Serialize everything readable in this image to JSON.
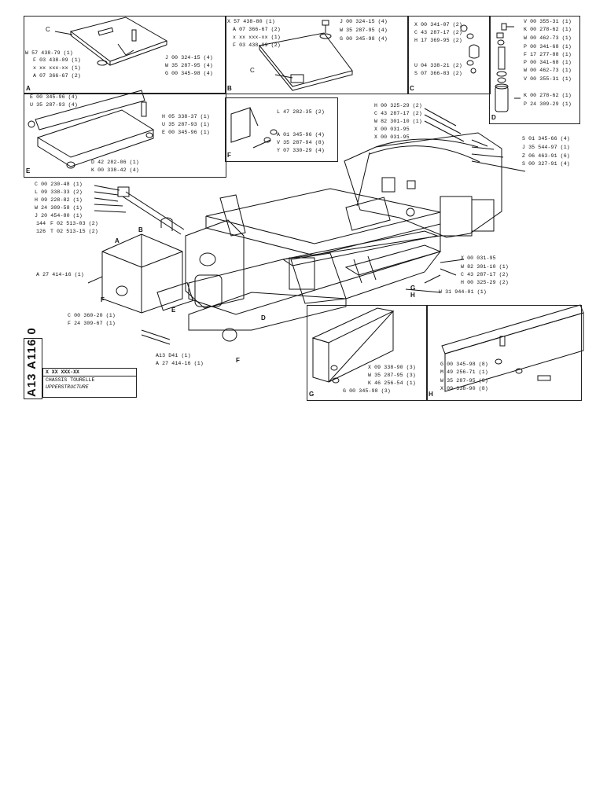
{
  "panels": {
    "A": {
      "letter": "A",
      "labels": [
        "C",
        "W 57 438-79 (1)",
        "F 03 438-09 (1)",
        "x xx xxx-xx (1)",
        "A 07 366-67 (2)",
        "J 00 324-15 (4)",
        "W 35 287-95 (4)",
        "G 00 345-98 (4)"
      ]
    },
    "B": {
      "letter": "B",
      "labels": [
        "X 57 438-80 (1)",
        "A 07 366-67 (2)",
        "x xx xxx-xx (1)",
        "F 03 438-09 (2)",
        "C",
        "J 00 324-15 (4)",
        "W 35 287-95 (4)",
        "G 00 345-98 (4)"
      ]
    },
    "C": {
      "letter": "C",
      "labels": [
        "X 00 341-07 (2)",
        "C 43 287-17 (2)",
        "H 17 369-95 (2)",
        "U 04 338-21 (2)",
        "S 07 366-83 (2)"
      ]
    },
    "D": {
      "letter": "D",
      "labels": [
        "V 00 355-31 (1)",
        "K 00 278-62 (1)",
        "W 00 462-73 (1)",
        "P 00 341-68 (1)",
        "F 17 277-88 (1)",
        "P 00 341-68 (1)",
        "W 00 462-73 (1)",
        "V 00 355-31 (1)",
        "K 00 278-62 (1)",
        "P 24 309-29 (1)"
      ]
    },
    "E": {
      "letter": "E",
      "labels": [
        "E 00 345-96 (4)",
        "U 35 287-93 (4)",
        "H 05 338-37 (1)",
        "U 35 287-93 (1)",
        "E 00 345-96 (1)",
        "D 42 282-06 (1)",
        "K 00 338-42 (4)"
      ]
    },
    "F": {
      "letter": "F",
      "labels": [
        "L 47 282-35 (2)",
        "A 01 345-96 (4)",
        "V 35 287-94 (8)",
        "Y 07 330-29 (4)"
      ]
    },
    "G": {
      "letter": "G",
      "labels": [
        "X 09 338-90 (3)",
        "W 35 287-95 (3)",
        "K 46 256-54 (1)",
        "G 00 345-98 (3)"
      ]
    },
    "H": {
      "letter": "H",
      "labels": [
        "G 00 345-98 (8)",
        "M 49 256-71 (1)",
        "W 35 287-95 (8)",
        "X 09 338-90 (8)"
      ]
    }
  },
  "main_labels": {
    "left": [
      "C 00 230-48 (1)",
      "L 09 338-33 (2)",
      "H 09 228-82 (1)",
      "W 24 309-58 (1)",
      "J 20 454-80 (1)",
      "F 02 513-03 (2)",
      "T 02 513-15 (2)"
    ],
    "left_marks": [
      "144",
      "126"
    ],
    "lower_left": [
      "A 27 414-16 (1)",
      "C 00 360-20 (1)",
      "F 24 309-67 (1)",
      "A13 D41 (1)",
      "A 27 414-16 (1)"
    ],
    "upper_right": [
      "H 00 325-29 (2)",
      "C 43 287-17 (2)",
      "W 82 301-10 (1)",
      "X 00 031-95",
      "X 00 031-95"
    ],
    "right": [
      "S 01 345-66 (4)",
      "J 35 544-97 (1)",
      "Z 06 463-91 (6)",
      "S 00 327-91 (4)"
    ],
    "lower_right": [
      "X 00 031-95",
      "W 82 301-10 (1)",
      "C 43 287-17 (2)",
      "H 00 325-29 (2)",
      "W 31 944-01 (1)"
    ]
  },
  "callouts": [
    "A",
    "B",
    "F",
    "E",
    "D",
    "F",
    "G",
    "H"
  ],
  "title_block": {
    "part_code": "X XX XXX-XX",
    "title_fr": "CHASSIS TOURELLE",
    "title_en": "UPPERSTRUCTURE",
    "sheet_code": "A13 A116 0"
  }
}
